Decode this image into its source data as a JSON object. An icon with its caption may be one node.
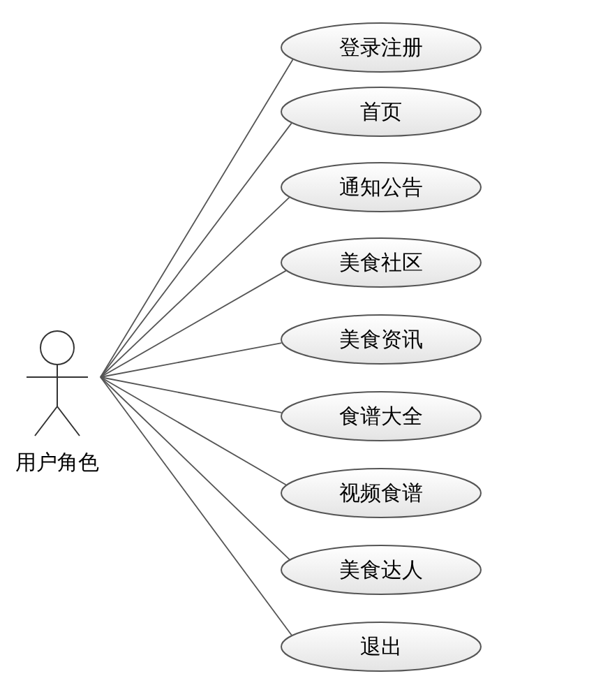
{
  "diagram": {
    "nodes": [
      {
        "text": [
          "用户角色"
        ]
      },
      {
        "text": [
          "登录注册"
        ]
      },
      {
        "text": [
          "首页"
        ]
      },
      {
        "text": [
          "通知公告"
        ]
      },
      {
        "text": [
          "美食社区"
        ]
      },
      {
        "text": [
          "美食资讯"
        ]
      },
      {
        "text": [
          "食谱大全"
        ]
      },
      {
        "text": [
          "视频食谱"
        ]
      },
      {
        "text": [
          "美食达人"
        ]
      },
      {
        "text": [
          "退出"
        ]
      }
    ],
    "edges": [
      {
        "from": 0,
        "to": 1,
        "arrow": "none"
      },
      {
        "from": 0,
        "to": 2,
        "arrow": "none"
      },
      {
        "from": 0,
        "to": 3,
        "arrow": "none"
      },
      {
        "from": 0,
        "to": 4,
        "arrow": "none"
      },
      {
        "from": 0,
        "to": 5,
        "arrow": "none"
      },
      {
        "from": 0,
        "to": 6,
        "arrow": "none"
      },
      {
        "from": 0,
        "to": 7,
        "arrow": "none"
      },
      {
        "from": 0,
        "to": 8,
        "arrow": "none"
      },
      {
        "from": 0,
        "to": 9,
        "arrow": "none"
      }
    ]
  }
}
